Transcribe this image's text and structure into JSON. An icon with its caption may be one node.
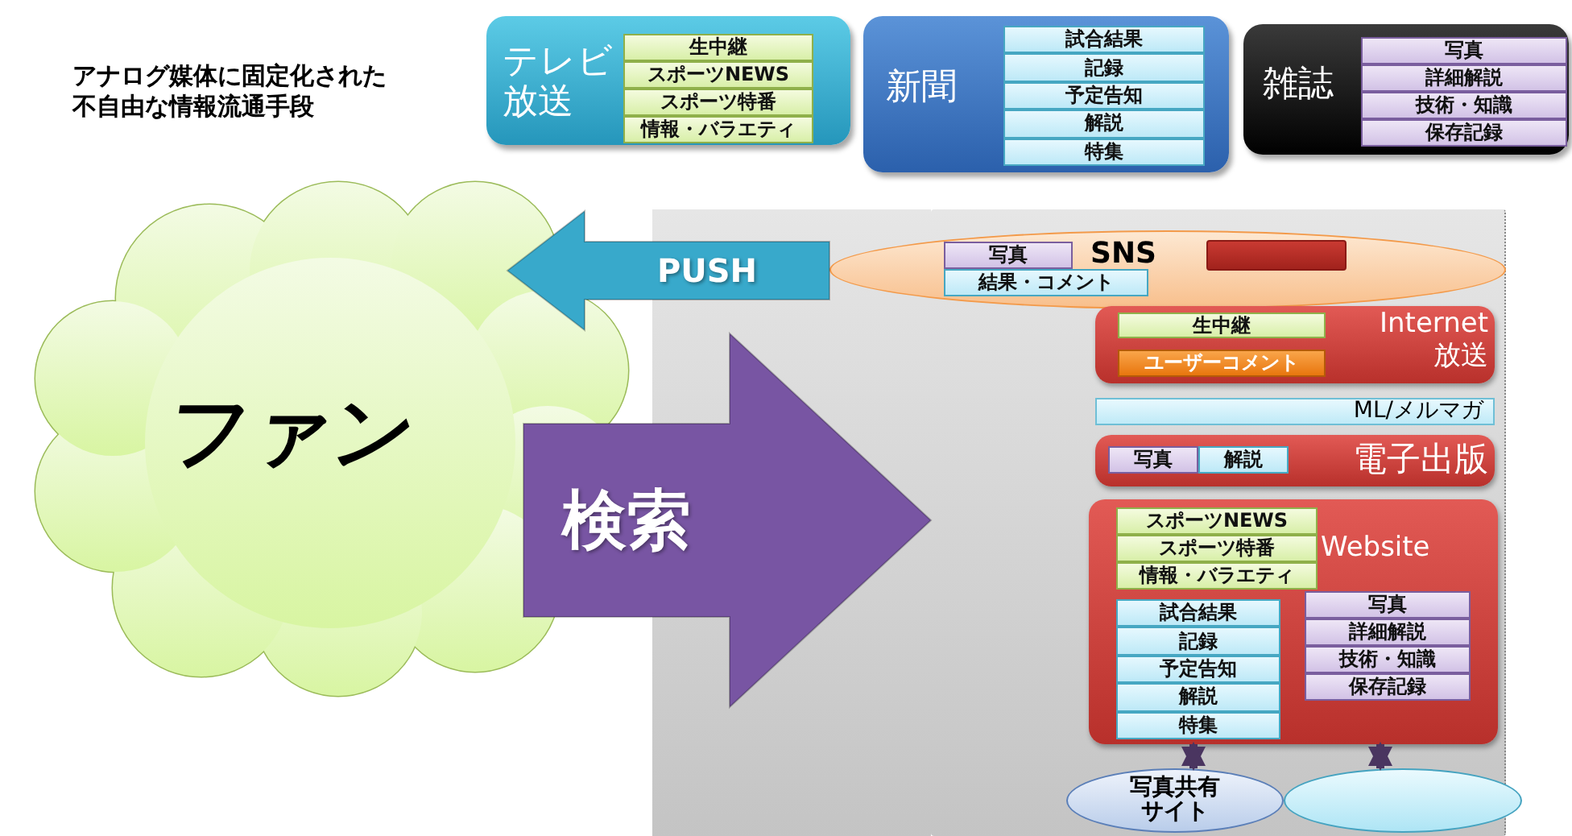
{
  "diagram": {
    "nodes": [
      {
        "text": [
          "テレビ放送"
        ]
      },
      {
        "text": [
          "生中継"
        ],
        "in": 0
      },
      {
        "text": [
          "スポーツNEWS"
        ],
        "in": 0
      },
      {
        "text": [
          "スポーツ特番"
        ],
        "in": 0
      },
      {
        "text": [
          "情報・バラエティ"
        ],
        "in": 0
      },
      {
        "text": [
          "新聞"
        ]
      },
      {
        "text": [
          "試合結果"
        ],
        "in": 5
      },
      {
        "text": [
          "記録"
        ],
        "in": 5
      },
      {
        "text": [
          "予定告知"
        ],
        "in": 5
      },
      {
        "text": [
          "解説"
        ],
        "in": 5
      },
      {
        "text": [
          "特集"
        ],
        "in": 5
      },
      {
        "text": [
          "雑誌"
        ]
      },
      {
        "text": [
          "写真"
        ],
        "in": 11
      },
      {
        "text": [
          "詳細解説"
        ],
        "in": 11
      },
      {
        "text": [
          "技術・知識"
        ],
        "in": 11
      },
      {
        "text": [
          "保存記録"
        ],
        "in": 11
      },
      {
        "text": [
          "ファン"
        ]
      },
      {
        "text": [],
        "shape": "box"
      },
      {
        "text": [
          "SNS"
        ],
        "in": 17
      },
      {
        "text": [
          "写真"
        ],
        "in": 18
      },
      {
        "text": [
          "結果・コメント"
        ],
        "in": 18
      },
      {
        "text": [],
        "shape": "box",
        "in": 18
      },
      {
        "text": [
          "Internet 放送"
        ],
        "in": 17
      },
      {
        "text": [
          "生中継"
        ],
        "in": 22
      },
      {
        "text": [
          "ユーザーコメント"
        ],
        "in": 22
      },
      {
        "text": [
          "ML/メルマガ"
        ],
        "in": 17
      },
      {
        "text": [
          "電子出版"
        ],
        "in": 17
      },
      {
        "text": [
          "写真"
        ],
        "in": 26
      },
      {
        "text": [
          "解説"
        ],
        "in": 26
      },
      {
        "text": [
          "Website"
        ],
        "in": 17
      },
      {
        "text": [
          "スポーツNEWS"
        ],
        "in": 29
      },
      {
        "text": [
          "スポーツ特番"
        ],
        "in": 29
      },
      {
        "text": [
          "情報・バラエティ"
        ],
        "in": 29
      },
      {
        "text": [
          "試合結果"
        ],
        "in": 29
      },
      {
        "text": [
          "記録"
        ],
        "in": 29
      },
      {
        "text": [
          "予定告知"
        ],
        "in": 29
      },
      {
        "text": [
          "解説"
        ],
        "in": 29
      },
      {
        "text": [
          "特集"
        ],
        "in": 29
      },
      {
        "text": [
          "写真"
        ],
        "in": 29
      },
      {
        "text": [
          "詳細解説"
        ],
        "in": 29
      },
      {
        "text": [
          "技術・知識"
        ],
        "in": 29
      },
      {
        "text": [
          "保存記録"
        ],
        "in": 29
      },
      {
        "text": [
          "写真共有サイト"
        ],
        "in": 17
      },
      {
        "text": [],
        "shape": "ellipse",
        "in": 17
      }
    ],
    "edges": [
      {
        "from": 18,
        "to": 16,
        "arrow": "to",
        "label": "PUSH",
        "style": "thick",
        "color": "#38a9cb"
      },
      {
        "from": 16,
        "to": 17,
        "arrow": "to",
        "label": "検索",
        "style": "thick",
        "color": "#7855a3"
      },
      {
        "from": 42,
        "to": 29,
        "arrow": "both"
      },
      {
        "from": 43,
        "to": 29,
        "arrow": "both"
      }
    ],
    "labels": [
      "アナログ媒体に固定化された不自由な情報流通手段"
    ]
  }
}
